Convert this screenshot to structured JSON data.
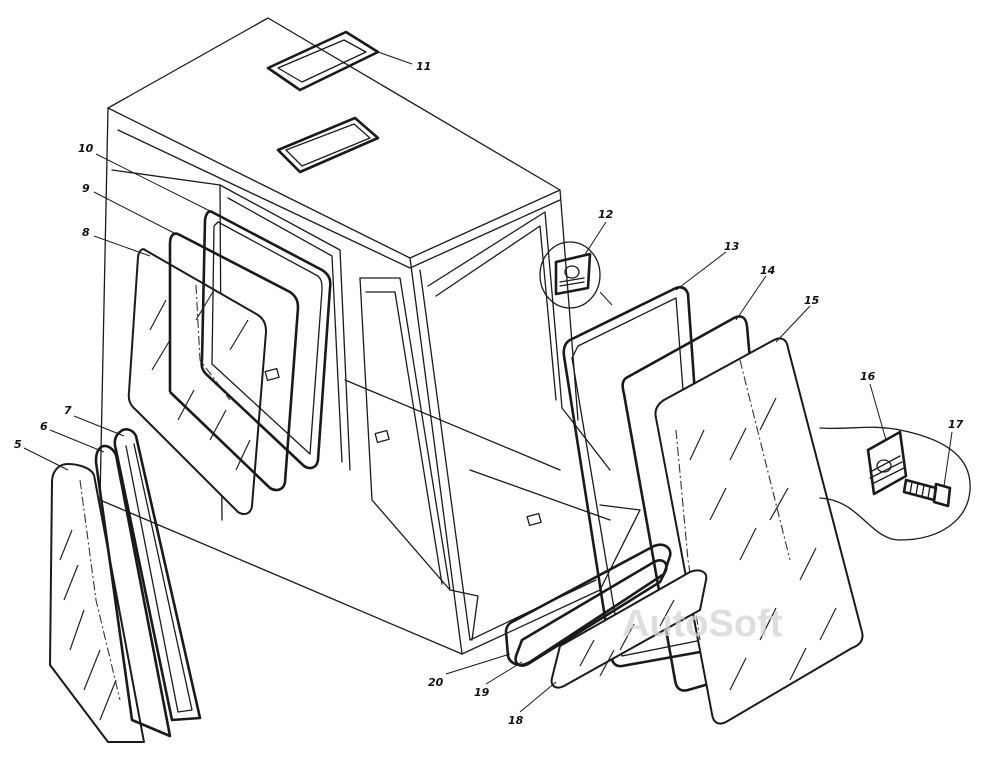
{
  "part_labels": [
    "5",
    "6",
    "7",
    "8",
    "9",
    "10",
    "11",
    "12",
    "13",
    "14",
    "15",
    "16",
    "17",
    "18",
    "19",
    "20"
  ],
  "watermark": "AutoSoft"
}
